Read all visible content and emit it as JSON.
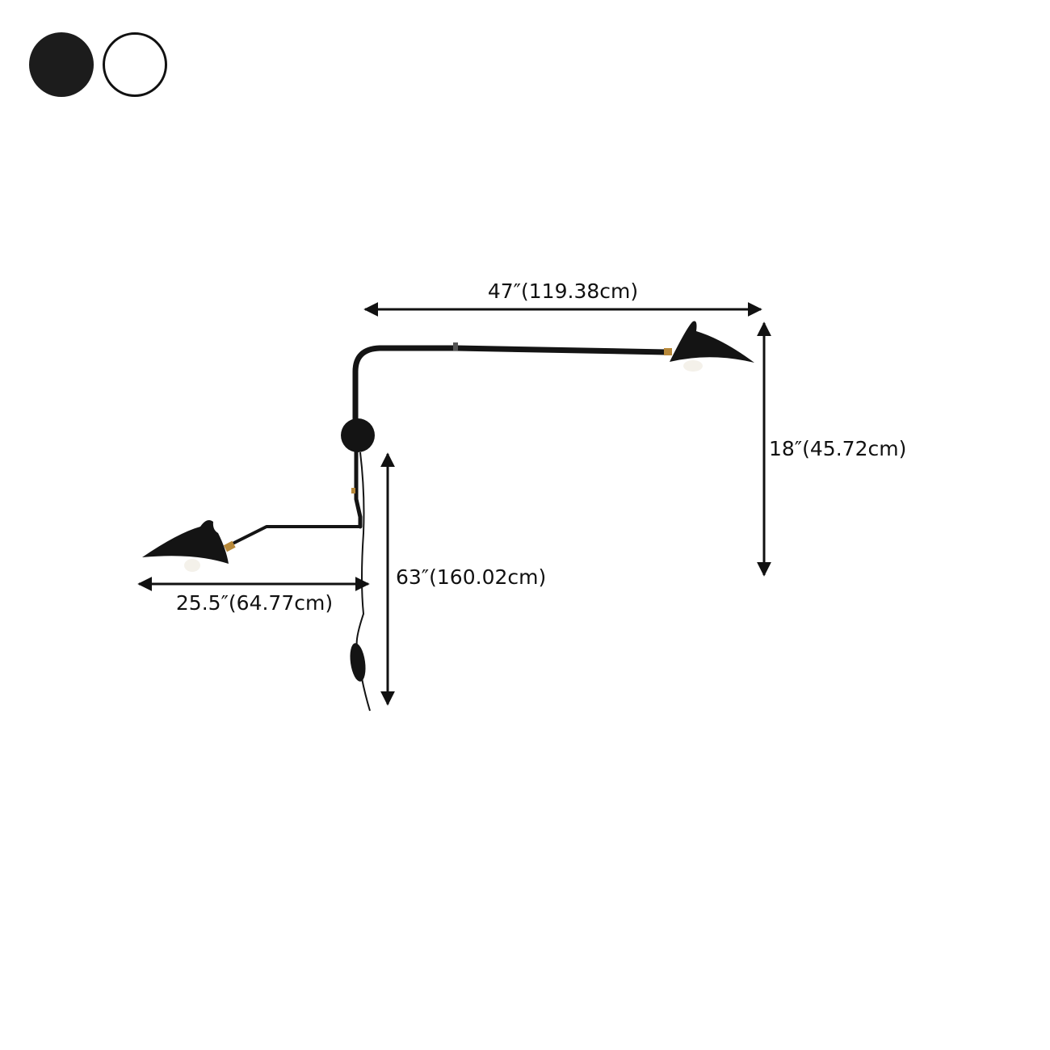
{
  "color_options": [
    {
      "name": "black",
      "color": "#1c1c1c"
    },
    {
      "name": "white",
      "color": "#ffffff"
    }
  ],
  "dimensions": {
    "total_width": "47″(119.38cm)",
    "upper_height": "18″(45.72cm)",
    "cord_height": "63″(160.02cm)",
    "lower_arm_width": "25.5″(64.77cm)"
  },
  "colors": {
    "lamp_black": "#141414",
    "brass": "#b8893a",
    "bulb": "#f4f1ea",
    "ink": "#111111"
  }
}
